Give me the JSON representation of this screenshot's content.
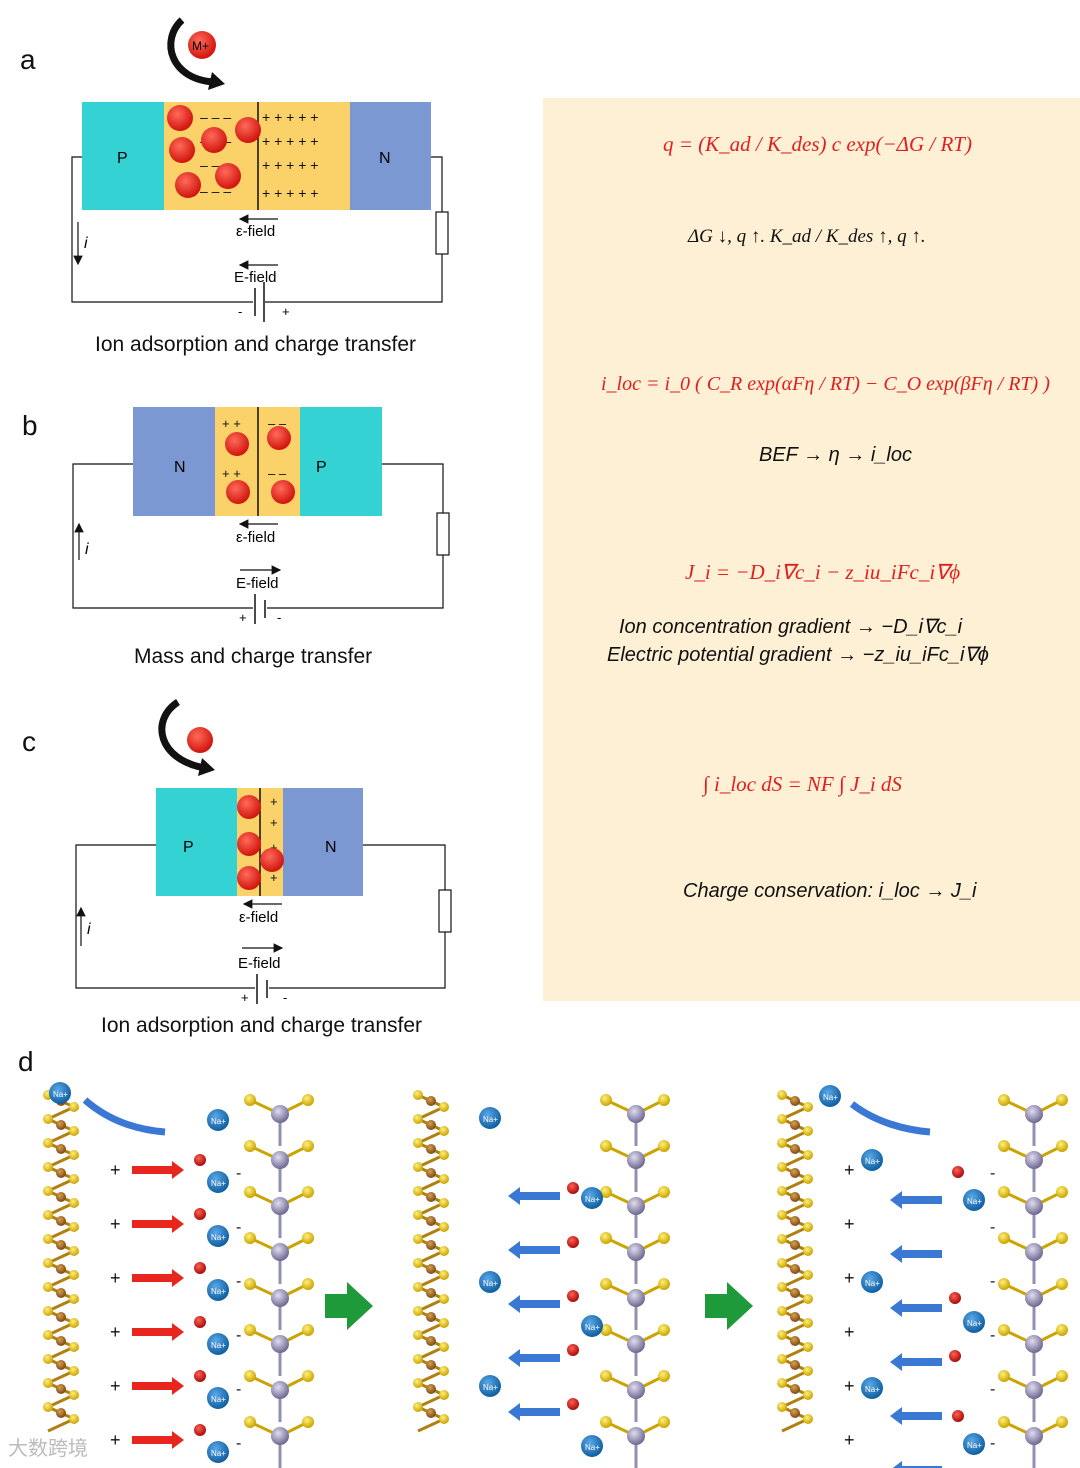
{
  "panel_labels": {
    "a": "a",
    "b": "b",
    "c": "c",
    "d": "d"
  },
  "panel_a": {
    "left_label": "P",
    "right_label": "N",
    "ion": "M+",
    "efield_small": "ε-field",
    "efield_big": "E-field",
    "current": "i",
    "minus": "-",
    "plus": "+",
    "caption": "Ion adsorption and charge transfer"
  },
  "panel_b": {
    "left_label": "N",
    "right_label": "P",
    "ion": "M+",
    "efield_small": "ε-field",
    "efield_big": "E-field",
    "current": "i",
    "minus": "-",
    "plus": "+",
    "caption": "Mass and charge transfer"
  },
  "panel_c": {
    "left_label": "P",
    "right_label": "N",
    "ion": "M+",
    "efield_small": "ε-field",
    "efield_big": "E-field",
    "current": "i",
    "minus": "-",
    "plus": "+",
    "caption": "Ion adsorption and charge transfer"
  },
  "equations": {
    "eq1": "q = (K_ad / K_des) c exp(−ΔG / RT)",
    "eq1_note": "ΔG ↓, q ↑.  K_ad / K_des ↑, q ↑.",
    "eq2": "i_loc = i_0 ( C_R exp(αFη / RT) − C_O exp(βFη / RT) )",
    "eq2_note": "BEF → η → i_loc",
    "eq3": "J_i = −D_i∇c_i − z_iu_iFc_i∇ϕ",
    "eq3_note1": "Ion concentration gradient → −D_i∇c_i",
    "eq3_note2": "Electric potential gradient → −z_iu_iFc_i∇ϕ",
    "eq4": "∫ i_loc dS = NF ∫ J_i dS",
    "eq4_note": "Charge conservation: i_loc → J_i"
  },
  "panel_d": {
    "ion": "Na+",
    "plus": "+",
    "minus": "-"
  },
  "watermark": "大数跨境",
  "colors": {
    "p_region": "#34d2d2",
    "n_region": "#7b98d3",
    "junction": "#fbd26a",
    "ion": "#e8261e",
    "eq_box": "#fdf0d4",
    "eq_text": "#e02020",
    "na_ion": "#1f7fc4",
    "arrow_red": "#e8261e",
    "arrow_blue": "#3b78d4",
    "arrow_green": "#1e9a3a"
  }
}
